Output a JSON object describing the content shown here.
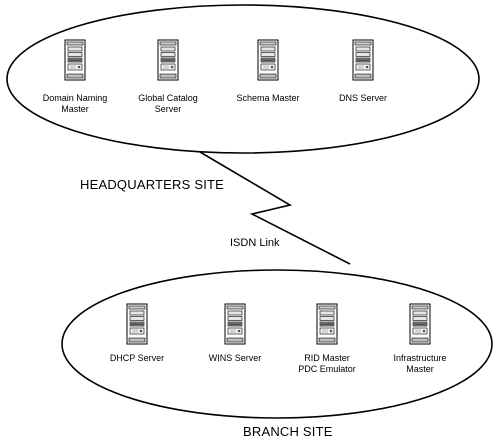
{
  "headquarters": {
    "site_label": "HEADQUARTERS SITE",
    "servers": [
      {
        "icon": "server-tower-icon",
        "label_lines": [
          "Domain Naming",
          "Master"
        ]
      },
      {
        "icon": "server-tower-icon",
        "label_lines": [
          "Global Catalog",
          "Server"
        ]
      },
      {
        "icon": "server-tower-icon",
        "label_lines": [
          "Schema Master"
        ]
      },
      {
        "icon": "server-tower-icon",
        "label_lines": [
          "DNS Server"
        ]
      }
    ]
  },
  "branch": {
    "site_label": "BRANCH SITE",
    "servers": [
      {
        "icon": "server-tower-icon",
        "label_lines": [
          "DHCP Server"
        ]
      },
      {
        "icon": "server-tower-icon",
        "label_lines": [
          "WINS Server"
        ]
      },
      {
        "icon": "server-tower-icon",
        "label_lines": [
          "RID Master",
          "PDC Emulator"
        ]
      },
      {
        "icon": "server-tower-icon",
        "label_lines": [
          "Infrastructure",
          "Master"
        ]
      }
    ]
  },
  "link": {
    "label": "ISDN Link",
    "icon": "lightning-link-icon"
  }
}
